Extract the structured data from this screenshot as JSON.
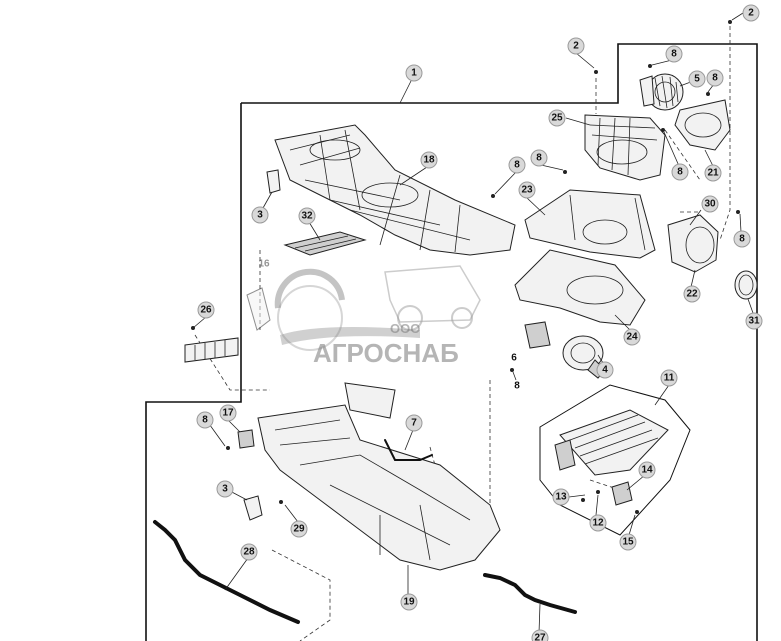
{
  "diagram": {
    "callouts": [
      {
        "id": "c1",
        "label": "1",
        "circled": true
      },
      {
        "id": "c2a",
        "label": "2",
        "circled": true
      },
      {
        "id": "c2b",
        "label": "2",
        "circled": true
      },
      {
        "id": "c3a",
        "label": "3",
        "circled": true
      },
      {
        "id": "c3b",
        "label": "3",
        "circled": true
      },
      {
        "id": "c4",
        "label": "4",
        "circled": true
      },
      {
        "id": "c5",
        "label": "5",
        "circled": true
      },
      {
        "id": "c6",
        "label": "6",
        "circled": false
      },
      {
        "id": "c7",
        "label": "7",
        "circled": true
      },
      {
        "id": "c8a",
        "label": "8",
        "circled": true
      },
      {
        "id": "c8b",
        "label": "8",
        "circled": true
      },
      {
        "id": "c8c",
        "label": "8",
        "circled": true
      },
      {
        "id": "c8d",
        "label": "8",
        "circled": true
      },
      {
        "id": "c8e",
        "label": "8",
        "circled": true
      },
      {
        "id": "c8f",
        "label": "8",
        "circled": true
      },
      {
        "id": "c8g",
        "label": "8",
        "circled": true
      },
      {
        "id": "c8h",
        "label": "8",
        "circled": false
      },
      {
        "id": "c11",
        "label": "11",
        "circled": true
      },
      {
        "id": "c12",
        "label": "12",
        "circled": true
      },
      {
        "id": "c13",
        "label": "13",
        "circled": true
      },
      {
        "id": "c14",
        "label": "14",
        "circled": true
      },
      {
        "id": "c15",
        "label": "15",
        "circled": true
      },
      {
        "id": "c16",
        "label": "16",
        "circled": false
      },
      {
        "id": "c17",
        "label": "17",
        "circled": true
      },
      {
        "id": "c18",
        "label": "18",
        "circled": true
      },
      {
        "id": "c19",
        "label": "19",
        "circled": true
      },
      {
        "id": "c21",
        "label": "21",
        "circled": true
      },
      {
        "id": "c22",
        "label": "22",
        "circled": true
      },
      {
        "id": "c23",
        "label": "23",
        "circled": true
      },
      {
        "id": "c24",
        "label": "24",
        "circled": true
      },
      {
        "id": "c25",
        "label": "25",
        "circled": true
      },
      {
        "id": "c26",
        "label": "26",
        "circled": true
      },
      {
        "id": "c27",
        "label": "27",
        "circled": true
      },
      {
        "id": "c28",
        "label": "28",
        "circled": true
      },
      {
        "id": "c29",
        "label": "29",
        "circled": true
      },
      {
        "id": "c30",
        "label": "30",
        "circled": true
      },
      {
        "id": "c31",
        "label": "31",
        "circled": true
      },
      {
        "id": "c32",
        "label": "32",
        "circled": true
      }
    ]
  },
  "watermark": {
    "brand": "АГРОСНАБ",
    "prefix": "ООО"
  }
}
